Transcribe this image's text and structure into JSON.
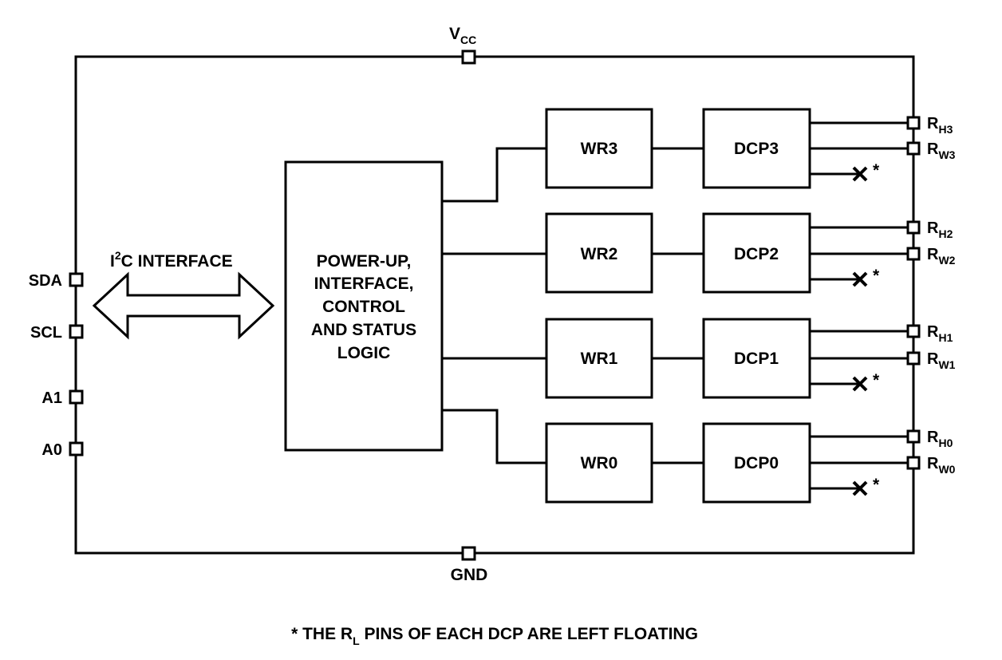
{
  "supply": {
    "main": "V",
    "sub": "CC"
  },
  "ground": "GND",
  "interface": {
    "pre": "I",
    "sup": "2",
    "post": "C INTERFACE"
  },
  "left_pins": [
    "SDA",
    "SCL",
    "A1",
    "A0"
  ],
  "logic_block": [
    "POWER-UP,",
    "INTERFACE,",
    "CONTROL",
    "AND STATUS",
    "LOGIC"
  ],
  "channels": [
    {
      "wr": "WR3",
      "dcp": "DCP3",
      "rh": {
        "main": "R",
        "sub": "H3"
      },
      "rw": {
        "main": "R",
        "sub": "W3"
      },
      "float": "*"
    },
    {
      "wr": "WR2",
      "dcp": "DCP2",
      "rh": {
        "main": "R",
        "sub": "H2"
      },
      "rw": {
        "main": "R",
        "sub": "W2"
      },
      "float": "*"
    },
    {
      "wr": "WR1",
      "dcp": "DCP1",
      "rh": {
        "main": "R",
        "sub": "H1"
      },
      "rw": {
        "main": "R",
        "sub": "W1"
      },
      "float": "*"
    },
    {
      "wr": "WR0",
      "dcp": "DCP0",
      "rh": {
        "main": "R",
        "sub": "H0"
      },
      "rw": {
        "main": "R",
        "sub": "W0"
      },
      "float": "*"
    }
  ],
  "footnote": {
    "pre": "* THE R",
    "sub": "L",
    "post": " PINS OF EACH DCP ARE LEFT FLOATING"
  },
  "colors": {
    "stroke": "#000000",
    "background": "#ffffff"
  }
}
